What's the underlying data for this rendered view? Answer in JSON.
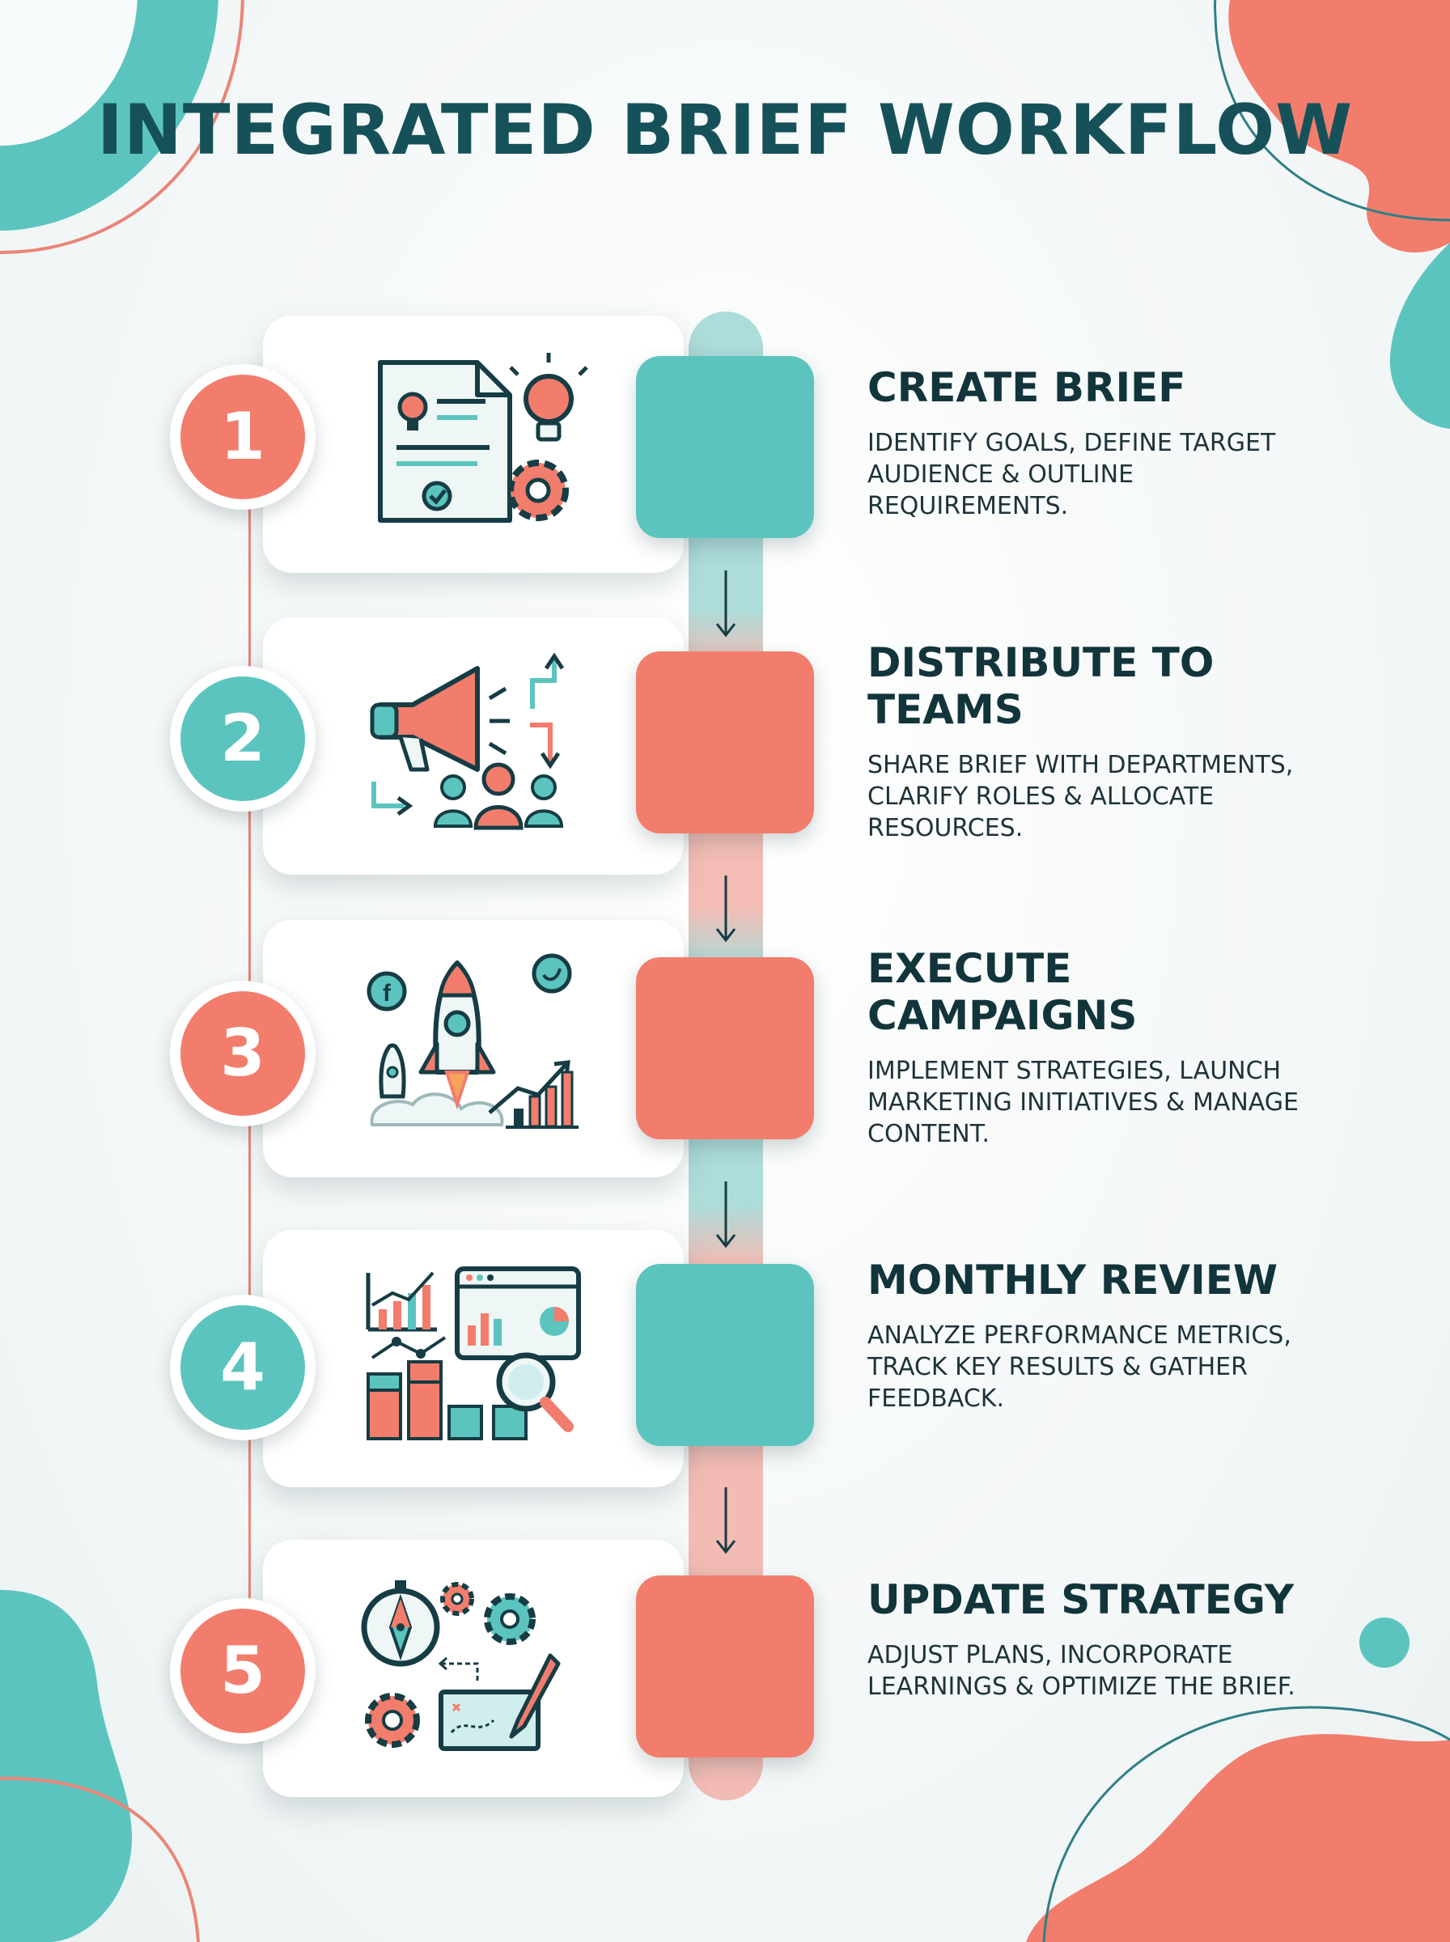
{
  "title": "INTEGRATED BRIEF WORKFLOW",
  "colors": {
    "teal": "#5cc4be",
    "coral": "#f27d6c",
    "navy": "#16515a",
    "text": "#12343b"
  },
  "steps": [
    {
      "number": "1",
      "title": "CREATE BRIEF",
      "description": "IDENTIFY GOALS, DEFINE TARGET AUDIENCE & OUTLINE REQUIREMENTS.",
      "badge_color": "coral",
      "block_color": "teal",
      "icon": "document-lightbulb-gear-icon"
    },
    {
      "number": "2",
      "title": "DISTRIBUTE TO TEAMS",
      "description": "SHARE BRIEF WITH DEPARTMENTS, CLARIFY ROLES & ALLOCATE RESOURCES.",
      "badge_color": "teal",
      "block_color": "coral",
      "icon": "megaphone-team-icon"
    },
    {
      "number": "3",
      "title": "EXECUTE CAMPAIGNS",
      "description": "IMPLEMENT STRATEGIES, LAUNCH MARKETING INITIATIVES & MANAGE CONTENT.",
      "badge_color": "coral",
      "block_color": "coral",
      "icon": "rocket-launch-icon"
    },
    {
      "number": "4",
      "title": "MONTHLY REVIEW",
      "description": "ANALYZE PERFORMANCE METRICS, TRACK KEY RESULTS & GATHER FEEDBACK.",
      "badge_color": "teal",
      "block_color": "teal",
      "icon": "analytics-magnifier-icon"
    },
    {
      "number": "5",
      "title": "UPDATE STRATEGY",
      "description": "ADJUST PLANS, INCORPORATE LEARNINGS & OPTIMIZE THE BRIEF.",
      "badge_color": "coral",
      "block_color": "coral",
      "icon": "compass-gears-plan-icon"
    }
  ]
}
